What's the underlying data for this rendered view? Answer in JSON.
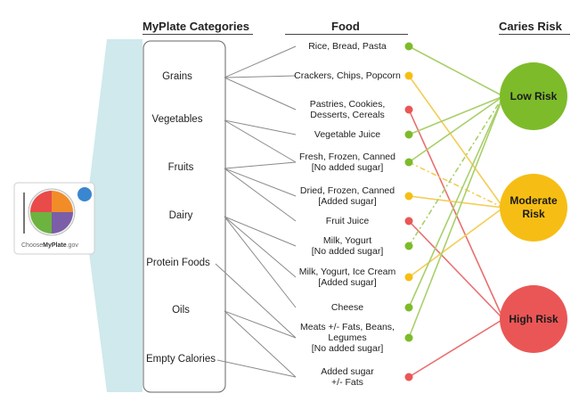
{
  "headers": {
    "categories": "MyPlate Categories",
    "food": "Food",
    "risk": "Caries Risk"
  },
  "logo": {
    "choose": "Choose",
    "brand": "MyPlate",
    "domain": ".gov"
  },
  "categories": [
    {
      "id": "grains",
      "label": "Grains"
    },
    {
      "id": "vegetables",
      "label": "Vegetables"
    },
    {
      "id": "fruits",
      "label": "Fruits"
    },
    {
      "id": "dairy",
      "label": "Dairy"
    },
    {
      "id": "protein",
      "label": "Protein Foods"
    },
    {
      "id": "oils",
      "label": "Oils"
    },
    {
      "id": "empty",
      "label": "Empty Calories"
    }
  ],
  "foods": [
    {
      "id": "rice",
      "lines": [
        "Rice, Bread, Pasta"
      ],
      "risk": "low"
    },
    {
      "id": "crackers",
      "lines": [
        "Crackers, Chips, Popcorn"
      ],
      "risk": "moderate"
    },
    {
      "id": "pastries",
      "lines": [
        "Pastries, Cookies,",
        "Desserts, Cereals"
      ],
      "risk": "high"
    },
    {
      "id": "vjuice",
      "lines": [
        "Vegetable Juice"
      ],
      "risk": "low"
    },
    {
      "id": "freshnoadd",
      "lines": [
        "Fresh, Frozen, Canned",
        "[No added sugar]"
      ],
      "risk": "low"
    },
    {
      "id": "driedadd",
      "lines": [
        "Dried, Frozen, Canned",
        "[Added sugar]"
      ],
      "risk": "moderate"
    },
    {
      "id": "fjuice",
      "lines": [
        "Fruit Juice"
      ],
      "risk": "high"
    },
    {
      "id": "milk",
      "lines": [
        "Milk, Yogurt",
        "[No added sugar]"
      ],
      "risk": "low"
    },
    {
      "id": "milkadd",
      "lines": [
        "Milk, Yogurt, Ice Cream",
        "[Added sugar]"
      ],
      "risk": "moderate"
    },
    {
      "id": "cheese",
      "lines": [
        "Cheese"
      ],
      "risk": "low"
    },
    {
      "id": "meats",
      "lines": [
        "Meats +/- Fats, Beans,",
        "Legumes",
        "[No added sugar]"
      ],
      "risk": "low"
    },
    {
      "id": "addedsugar",
      "lines": [
        "Added sugar",
        "+/- Fats"
      ],
      "risk": "high"
    }
  ],
  "risks": [
    {
      "id": "low",
      "lines": [
        "Low Risk"
      ],
      "color": "#7dbb2a"
    },
    {
      "id": "moderate",
      "lines": [
        "Moderate",
        "Risk"
      ],
      "color": "#f6be14"
    },
    {
      "id": "high",
      "lines": [
        "High Risk"
      ],
      "color": "#ea5656"
    }
  ],
  "colors": {
    "low": "#7dbb2a",
    "moderate": "#f6be14",
    "high": "#ea5656",
    "low_line": "#a9cf6a",
    "moderate_line": "#f3cd55",
    "high_line": "#e8706f",
    "category_line": "#8a8a8a",
    "fan": "#cfe9ec"
  },
  "category_food_links": [
    [
      "grains",
      "rice"
    ],
    [
      "grains",
      "crackers"
    ],
    [
      "grains",
      "pastries"
    ],
    [
      "vegetables",
      "vjuice"
    ],
    [
      "vegetables",
      "freshnoadd"
    ],
    [
      "fruits",
      "freshnoadd"
    ],
    [
      "fruits",
      "driedadd"
    ],
    [
      "fruits",
      "fjuice"
    ],
    [
      "dairy",
      "milk"
    ],
    [
      "dairy",
      "milkadd"
    ],
    [
      "dairy",
      "cheese"
    ],
    [
      "protein",
      "meats"
    ],
    [
      "oils",
      "meats"
    ],
    [
      "oils",
      "addedsugar"
    ],
    [
      "empty",
      "addedsugar"
    ]
  ],
  "food_risk_links": [
    [
      "rice",
      "low",
      "solid"
    ],
    [
      "crackers",
      "moderate",
      "solid"
    ],
    [
      "pastries",
      "high",
      "solid"
    ],
    [
      "vjuice",
      "low",
      "solid"
    ],
    [
      "freshnoadd",
      "low",
      "solid"
    ],
    [
      "freshnoadd",
      "moderate",
      "dashdot"
    ],
    [
      "driedadd",
      "moderate",
      "solid"
    ],
    [
      "fjuice",
      "high",
      "solid"
    ],
    [
      "milk",
      "low",
      "dashdot"
    ],
    [
      "milkadd",
      "moderate",
      "solid"
    ],
    [
      "cheese",
      "low",
      "solid"
    ],
    [
      "meats",
      "low",
      "solid"
    ],
    [
      "addedsugar",
      "high",
      "solid"
    ]
  ]
}
